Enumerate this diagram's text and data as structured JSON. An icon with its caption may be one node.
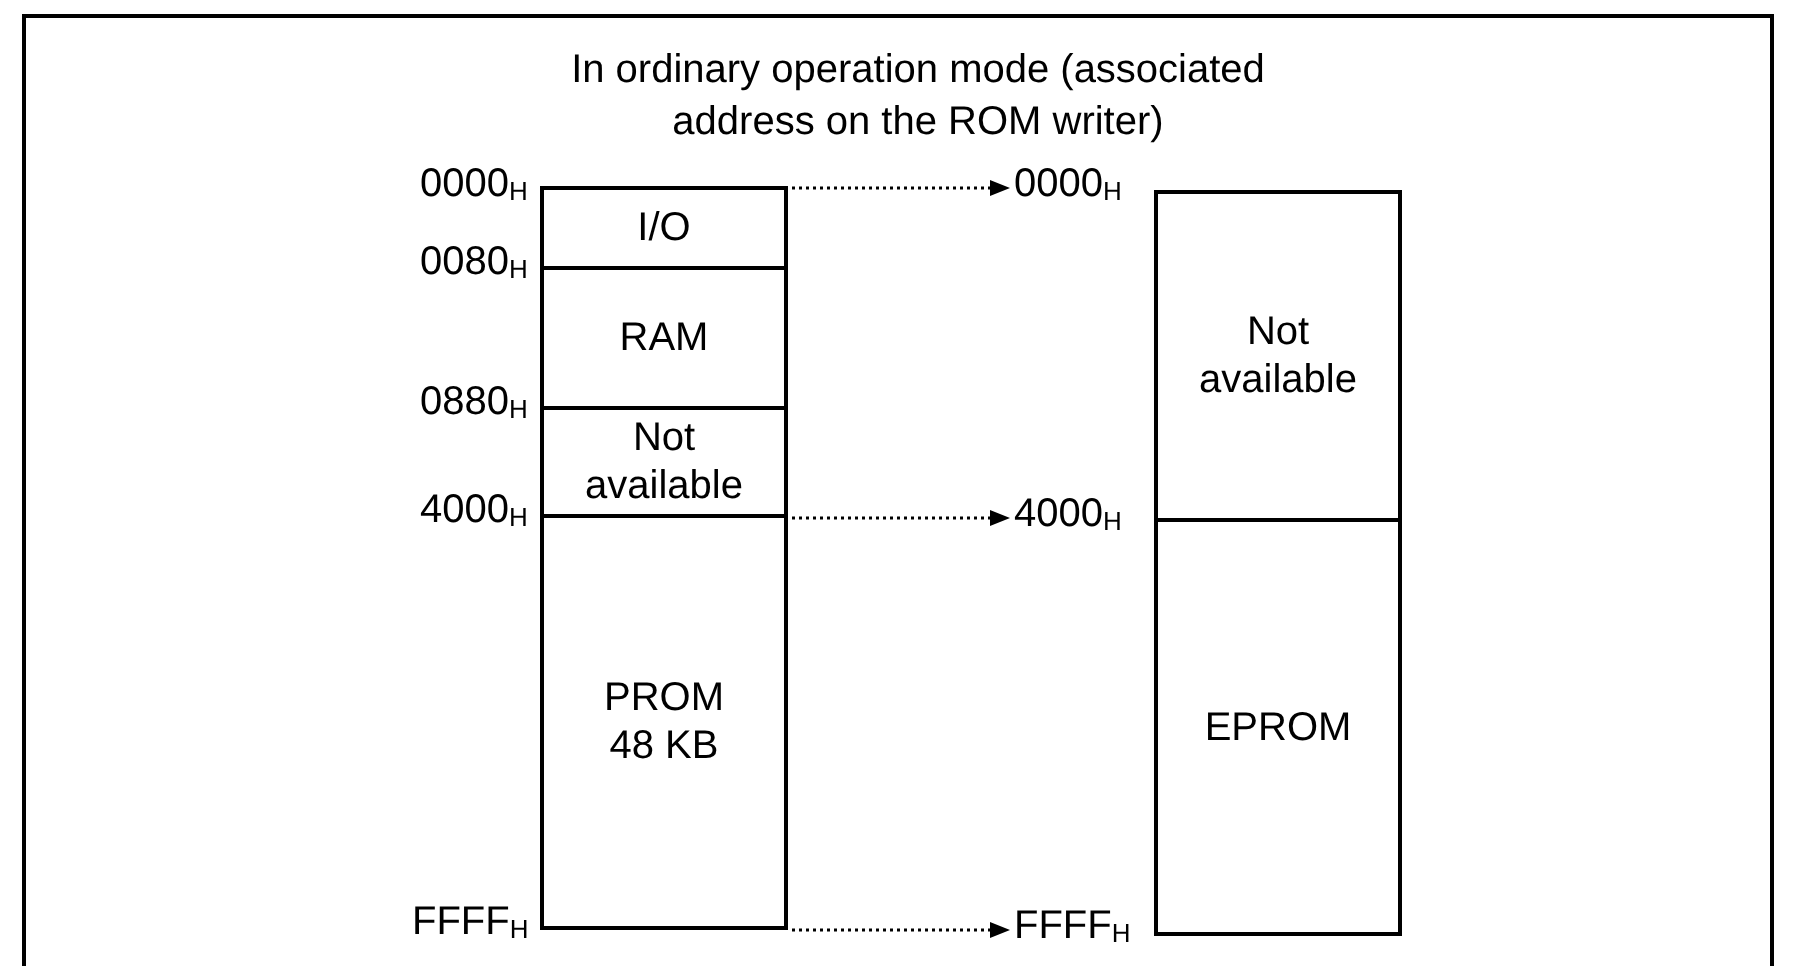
{
  "diagram": {
    "title": "In ordinary operation mode (associated address on the ROM writer)",
    "nodes": [
      {
        "text": [
          "I/O"
        ]
      },
      {
        "text": [
          "RAM"
        ]
      },
      {
        "text": [
          "Not available"
        ]
      },
      {
        "text": [
          "PROM 48 KB"
        ]
      },
      {
        "text": [
          "Not available"
        ]
      },
      {
        "text": [
          "EPROM"
        ]
      },
      {
        "text": [
          "0000$_{H}$"
        ]
      },
      {
        "text": [
          "4000$_{H}$"
        ]
      },
      {
        "text": [
          "FFFF$_{H}$"
        ]
      }
    ],
    "edges": [
      {
        "from": 0,
        "to": 6,
        "arrow": "to"
      },
      {
        "from": 2,
        "to": 7,
        "arrow": "to"
      },
      {
        "from": 3,
        "to": 8,
        "arrow": "to"
      }
    ],
    "labels": [
      "0000$_{H}$",
      "0080$_{H}$",
      "0880$_{H}$",
      "4000$_{H}$",
      "FFFF$_{H}$"
    ]
  }
}
